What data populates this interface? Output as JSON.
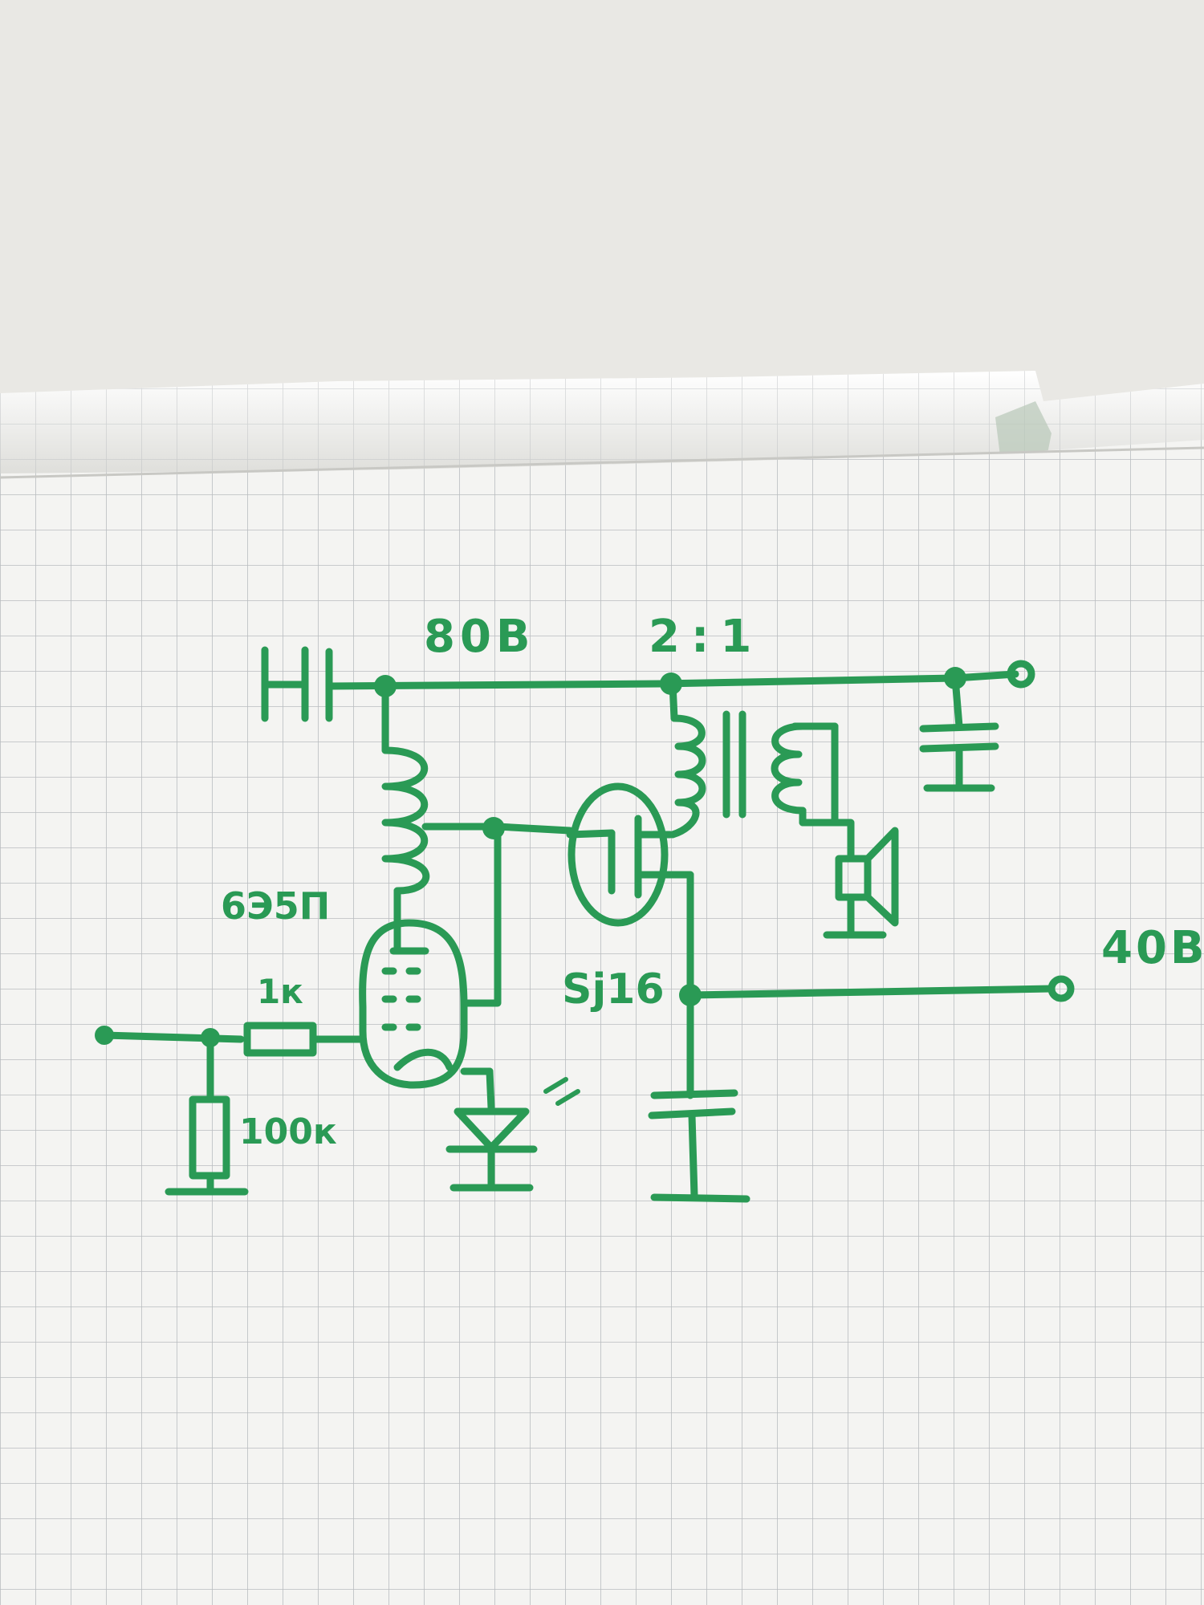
{
  "colors": {
    "wall": "#e7e6e1",
    "paper": "#f4f4f2",
    "grid": "#b9bcbf",
    "ink": "#2a9a55"
  },
  "labels": {
    "voltage_high": "80В",
    "ratio": "2:1",
    "tube": "6Э5П",
    "r_series": "1к",
    "r_shunt": "100к",
    "transistor": "Sj16",
    "voltage_low": "40В"
  },
  "components": [
    {
      "type": "capacitor",
      "role": "supply-input"
    },
    {
      "type": "inductor",
      "role": "plate-choke"
    },
    {
      "type": "pentode",
      "label": "6Э5П"
    },
    {
      "type": "resistor",
      "label": "1к"
    },
    {
      "type": "resistor",
      "label": "100к"
    },
    {
      "type": "led",
      "role": "cathode"
    },
    {
      "type": "mosfet",
      "label": "Sj16"
    },
    {
      "type": "transformer",
      "label": "2:1"
    },
    {
      "type": "speaker"
    },
    {
      "type": "capacitor",
      "role": "source-bypass"
    },
    {
      "type": "capacitor",
      "role": "supply-bypass"
    }
  ]
}
